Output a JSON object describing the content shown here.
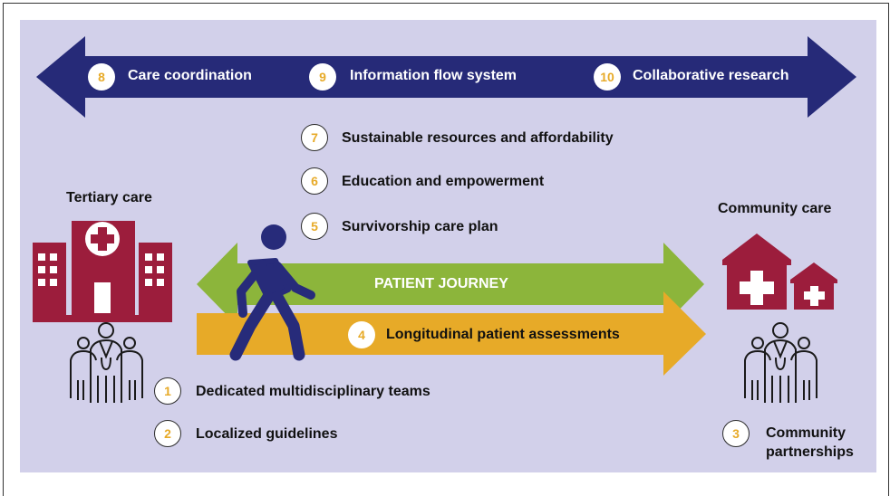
{
  "colors": {
    "panel_bg": "#d2d0ea",
    "navy_arrow": "#262a78",
    "green_arrow": "#8cb53b",
    "gold_arrow": "#e7aa28",
    "maroon_building": "#9c1d3c",
    "walker_figure": "#272b7a",
    "badge_number": "#e7aa28"
  },
  "top_arrow": {
    "items": [
      {
        "number": "8",
        "label": "Care coordination"
      },
      {
        "number": "9",
        "label": "Information flow system"
      },
      {
        "number": "10",
        "label": "Collaborative research"
      }
    ]
  },
  "middle_items": [
    {
      "number": "7",
      "label": "Sustainable resources and affordability"
    },
    {
      "number": "6",
      "label": "Education and empowerment"
    },
    {
      "number": "5",
      "label": "Survivorship care plan"
    }
  ],
  "tertiary": {
    "title": "Tertiary care",
    "icon": "hospital-icon",
    "people_icon": "care-team-icon"
  },
  "community": {
    "title": "Community care",
    "icon": "clinic-icon",
    "people_icon": "care-team-icon"
  },
  "journey_arrow": {
    "label": "PATIENT JOURNEY",
    "icon": "walking-person-icon"
  },
  "assessment_arrow": {
    "number": "4",
    "label": "Longitudinal patient assessments"
  },
  "bottom_items": [
    {
      "number": "1",
      "label": "Dedicated multidisciplinary teams"
    },
    {
      "number": "2",
      "label": "Localized guidelines"
    }
  ],
  "community_item": {
    "number": "3",
    "label_line1": "Community",
    "label_line2": "partnerships"
  }
}
